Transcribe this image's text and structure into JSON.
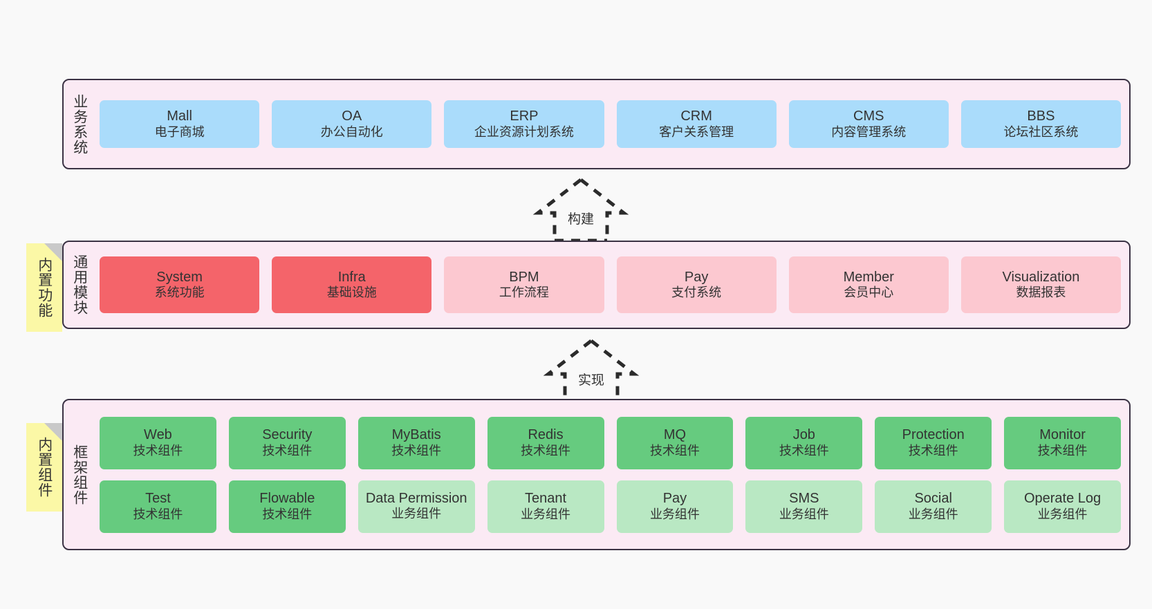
{
  "diagram": {
    "background_color": "#f9f9f9",
    "layer_fill": "#fbeaf4",
    "layer_border": "#3b3244",
    "note_color": "#fbf8a6"
  },
  "layers": [
    {
      "id": "business",
      "title": "业务系统",
      "cards": [
        {
          "title": "Mall",
          "subtitle": "电子商城",
          "color": "#aadcfb"
        },
        {
          "title": "OA",
          "subtitle": "办公自动化",
          "color": "#aadcfb"
        },
        {
          "title": "ERP",
          "subtitle": "企业资源计划系统",
          "color": "#aadcfb"
        },
        {
          "title": "CRM",
          "subtitle": "客户关系管理",
          "color": "#aadcfb"
        },
        {
          "title": "CMS",
          "subtitle": "内容管理系统",
          "color": "#aadcfb"
        },
        {
          "title": "BBS",
          "subtitle": "论坛社区系统",
          "color": "#aadcfb"
        }
      ]
    },
    {
      "id": "modules",
      "title": "通用模块",
      "cards": [
        {
          "title": "System",
          "subtitle": "系统功能",
          "color": "#f4646a"
        },
        {
          "title": "Infra",
          "subtitle": "基础设施",
          "color": "#f4646a"
        },
        {
          "title": "BPM",
          "subtitle": "工作流程",
          "color": "#fcc8d0"
        },
        {
          "title": "Pay",
          "subtitle": "支付系统",
          "color": "#fcc8d0"
        },
        {
          "title": "Member",
          "subtitle": "会员中心",
          "color": "#fcc8d0"
        },
        {
          "title": "Visualization",
          "subtitle": "数据报表",
          "color": "#fcc8d0"
        }
      ]
    },
    {
      "id": "framework",
      "title": "框架组件",
      "row1": [
        {
          "title": "Web",
          "subtitle": "技术组件",
          "color": "#66cb7f"
        },
        {
          "title": "Security",
          "subtitle": "技术组件",
          "color": "#66cb7f"
        },
        {
          "title": "MyBatis",
          "subtitle": "技术组件",
          "color": "#66cb7f"
        },
        {
          "title": "Redis",
          "subtitle": "技术组件",
          "color": "#66cb7f"
        },
        {
          "title": "MQ",
          "subtitle": "技术组件",
          "color": "#66cb7f"
        },
        {
          "title": "Job",
          "subtitle": "技术组件",
          "color": "#66cb7f"
        },
        {
          "title": "Protection",
          "subtitle": "技术组件",
          "color": "#66cb7f"
        },
        {
          "title": "Monitor",
          "subtitle": "技术组件",
          "color": "#66cb7f"
        }
      ],
      "row2": [
        {
          "title": "Test",
          "subtitle": "技术组件",
          "color": "#66cb7f"
        },
        {
          "title": "Flowable",
          "subtitle": "技术组件",
          "color": "#66cb7f"
        },
        {
          "title": "Data Permission",
          "subtitle": "业务组件",
          "color": "#b9e8c3"
        },
        {
          "title": "Tenant",
          "subtitle": "业务组件",
          "color": "#b9e8c3"
        },
        {
          "title": "Pay",
          "subtitle": "业务组件",
          "color": "#b9e8c3"
        },
        {
          "title": "SMS",
          "subtitle": "业务组件",
          "color": "#b9e8c3"
        },
        {
          "title": "Social",
          "subtitle": "业务组件",
          "color": "#b9e8c3"
        },
        {
          "title": "Operate Log",
          "subtitle": "业务组件",
          "color": "#b9e8c3"
        }
      ]
    }
  ],
  "notes": [
    {
      "id": "functions",
      "label": "内置功能"
    },
    {
      "id": "components",
      "label": "内置组件"
    }
  ],
  "arrows": [
    {
      "id": "build",
      "label": "构建"
    },
    {
      "id": "implement",
      "label": "实现"
    }
  ]
}
